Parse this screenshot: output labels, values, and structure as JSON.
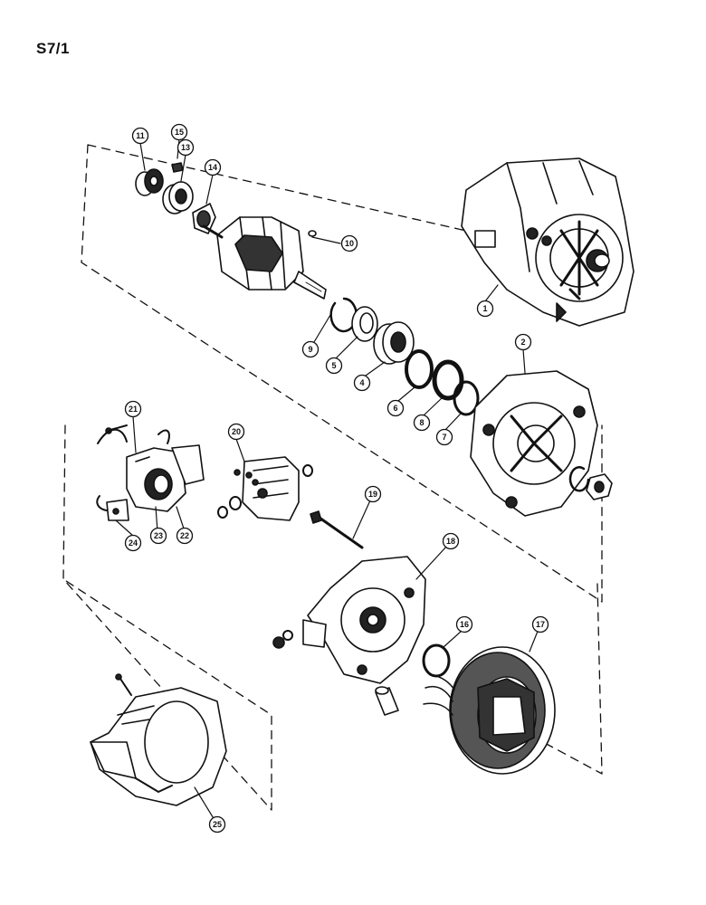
{
  "page_label": "S7/1",
  "colors": {
    "ink": "#111111",
    "paper": "#ffffff",
    "shade": "#444444"
  },
  "callouts": [
    {
      "id": "c1",
      "text": "1"
    },
    {
      "id": "c2",
      "text": "2"
    },
    {
      "id": "c4",
      "text": "4"
    },
    {
      "id": "c5",
      "text": "5"
    },
    {
      "id": "c6",
      "text": "6"
    },
    {
      "id": "c7",
      "text": "7"
    },
    {
      "id": "c8",
      "text": "8"
    },
    {
      "id": "c9",
      "text": "9"
    },
    {
      "id": "c10",
      "text": "10"
    },
    {
      "id": "c11",
      "text": "11"
    },
    {
      "id": "c13",
      "text": "13"
    },
    {
      "id": "c14",
      "text": "14"
    },
    {
      "id": "c15",
      "text": "15"
    },
    {
      "id": "c16",
      "text": "16"
    },
    {
      "id": "c17",
      "text": "17"
    },
    {
      "id": "c18",
      "text": "18"
    },
    {
      "id": "c19",
      "text": "19"
    },
    {
      "id": "c20",
      "text": "20"
    },
    {
      "id": "c21",
      "text": "21"
    },
    {
      "id": "c22",
      "text": "22"
    },
    {
      "id": "c23",
      "text": "23"
    },
    {
      "id": "c24",
      "text": "24"
    },
    {
      "id": "c25",
      "text": "25"
    }
  ]
}
